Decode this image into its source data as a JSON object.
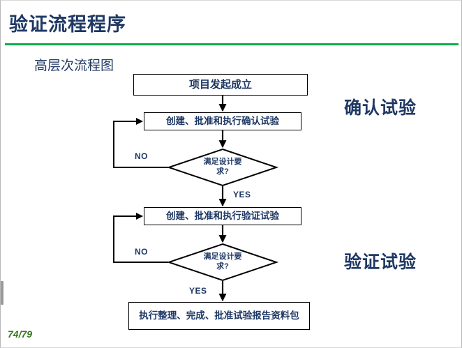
{
  "slide": {
    "title": "验证流程程序",
    "subtitle": "高层次流程图",
    "page_number": "74/79",
    "accent_color": "#0fae4b",
    "text_color": "#1f3864",
    "footer_color": "#38761d"
  },
  "side_labels": [
    {
      "text": "确认试验"
    },
    {
      "text": "验证试验"
    }
  ],
  "flowchart": {
    "nodes": [
      {
        "id": "start",
        "shape": "box",
        "text": "项目发起成立"
      },
      {
        "id": "q1",
        "shape": "box",
        "text": "创建、批准和执行确认试验"
      },
      {
        "id": "d1",
        "shape": "diamond",
        "line1": "满足设计要",
        "line2": "求?"
      },
      {
        "id": "q2",
        "shape": "box",
        "text": "创建、批准和执行验证试验"
      },
      {
        "id": "d2",
        "shape": "diamond",
        "line1": "满足设计要",
        "line2": "求?"
      },
      {
        "id": "end",
        "shape": "box",
        "text": "执行整理、完成、批准试验报告资料包"
      }
    ],
    "edge_labels": {
      "no_1": "NO",
      "yes_1": "YES",
      "no_2": "NO",
      "yes_2": "YES"
    }
  }
}
